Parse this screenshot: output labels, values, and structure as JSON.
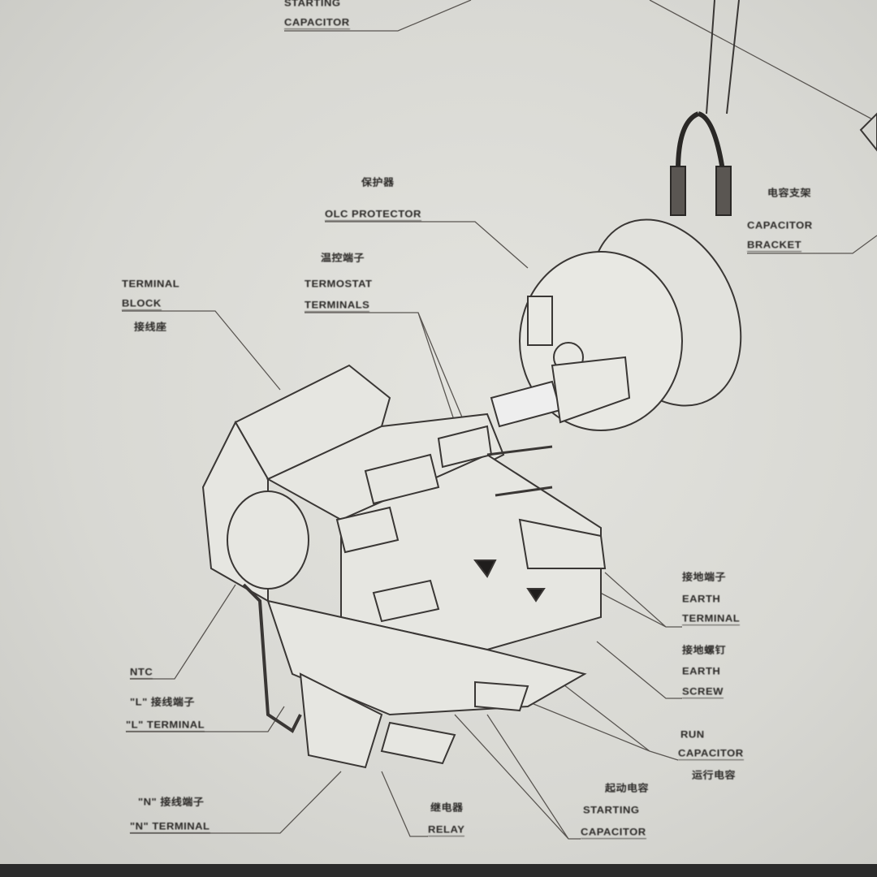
{
  "labels": {
    "starting_capacitor_top": {
      "line1": "STARTING",
      "line2": "CAPACITOR"
    },
    "olc_protector": {
      "cn": "保护器",
      "en": "OLC PROTECTOR"
    },
    "thermostat_terminals": {
      "cn": "温控端子",
      "line1": "TERMOSTAT",
      "line2": "TERMINALS"
    },
    "terminal_block": {
      "line1": "TERMINAL",
      "line2": "BLOCK",
      "cn": "接线座"
    },
    "capacitor_bracket": {
      "cn": "电容支架",
      "line1": "CAPACITOR",
      "line2": "BRACKET"
    },
    "earth_terminal": {
      "cn": "接地端子",
      "line1": "EARTH",
      "line2": "TERMINAL"
    },
    "earth_screw": {
      "cn": "接地螺钉",
      "line1": "EARTH",
      "line2": "SCREW"
    },
    "run_capacitor": {
      "line1": "RUN",
      "line2": "CAPACITOR",
      "cn": "运行电容"
    },
    "ntc": {
      "en": "NTC"
    },
    "l_terminal": {
      "cn": "\"L\" 接线端子",
      "en": "\"L\" TERMINAL"
    },
    "n_terminal": {
      "cn": "\"N\" 接线端子",
      "en": "\"N\" TERMINAL"
    },
    "relay": {
      "cn": "继电器",
      "en": "RELAY"
    },
    "starting_capacitor": {
      "cn": "起动电容",
      "line1": "STARTING",
      "line2": "CAPACITOR"
    }
  }
}
